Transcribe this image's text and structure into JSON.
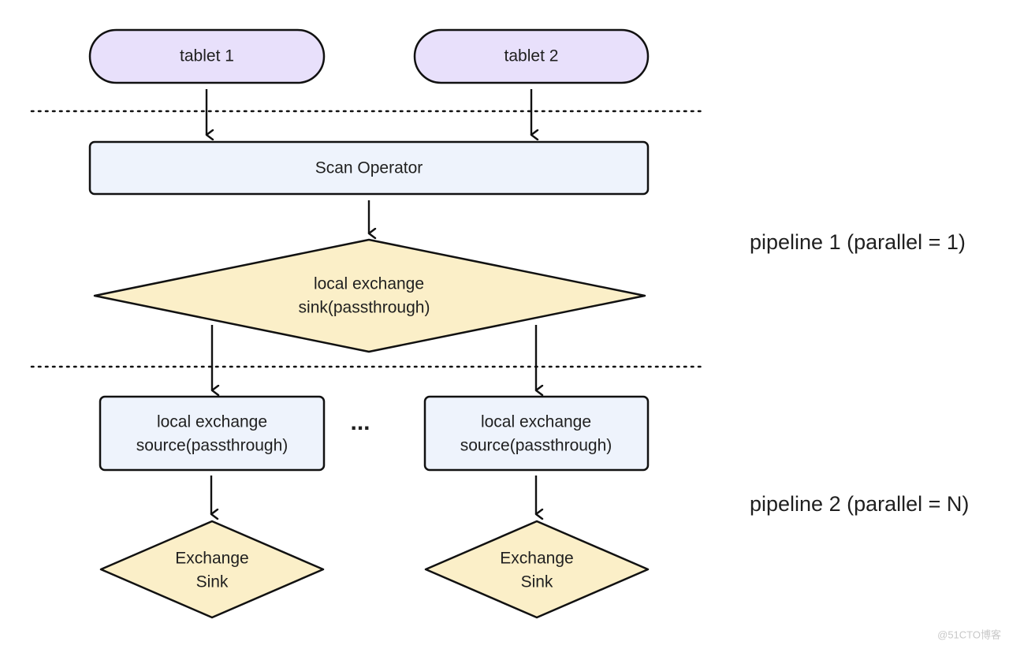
{
  "colors": {
    "tablet_fill": "#e8e0fb",
    "operator_fill": "#eef3fc",
    "diamond_fill": "#fbefc8",
    "stroke": "#111111",
    "watermark": "#c8c8c8"
  },
  "nodes": {
    "tablet_1": "tablet 1",
    "tablet_2": "tablet 2",
    "scan_operator": "Scan Operator",
    "local_exchange_sink": [
      "local exchange",
      "sink(passthrough)"
    ],
    "local_exchange_source_1": [
      "local exchange",
      "source(passthrough)"
    ],
    "local_exchange_source_2": [
      "local exchange",
      "source(passthrough)"
    ],
    "exchange_sink_1": [
      "Exchange",
      "Sink"
    ],
    "exchange_sink_2": [
      "Exchange",
      "Sink"
    ]
  },
  "ellipsis": "...",
  "pipelines": {
    "pipeline_1": "pipeline 1 (parallel = 1)",
    "pipeline_2": "pipeline 2 (parallel = N)"
  },
  "watermark": "@51CTO博客"
}
